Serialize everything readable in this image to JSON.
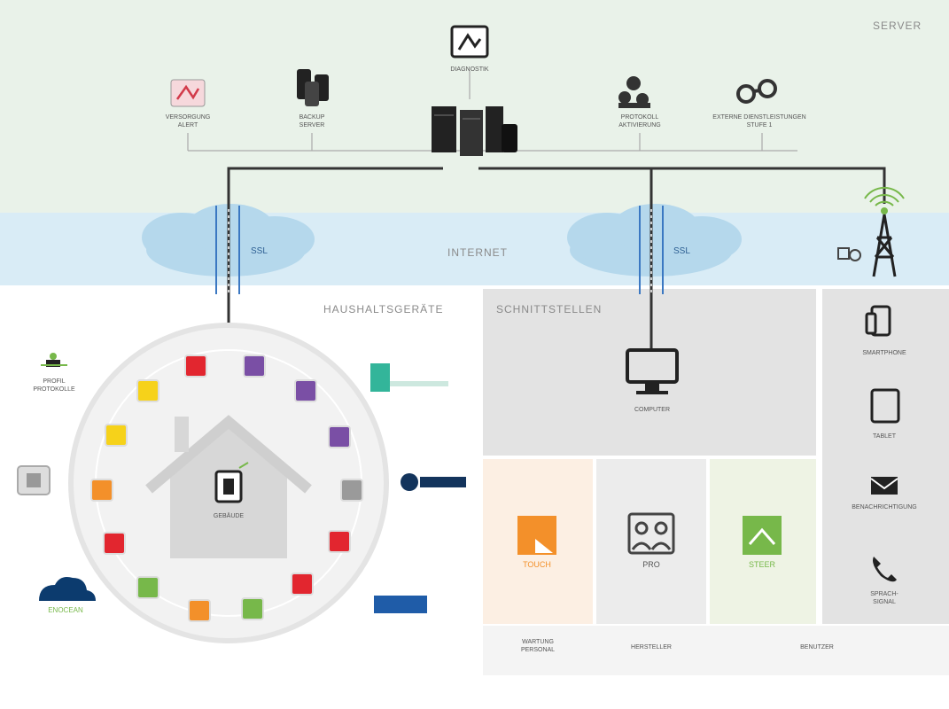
{
  "bands": {
    "server": "SERVER",
    "internet": "INTERNET",
    "haushaltsgeraete": "HAUSHALTSGERÄTE",
    "schnittstellen": "SCHNITTSTELLEN"
  },
  "server_items": {
    "diagnose": "DIAGNOSTIK",
    "versorgung": "VERSORGUNG\nALERT",
    "backup": "BACKUP\nSERVER",
    "protokoll": "PROTOKOLL\nAKTIVIERUNG",
    "externe": "EXTERNE DIENSTLEISTUNGEN\nSTUFE 1"
  },
  "ssl_left": "SSL",
  "ssl_right": "SSL",
  "devices_right": [
    {
      "label": "SMARTPHONE",
      "icon": "smartphone-icon"
    },
    {
      "label": "TABLET",
      "icon": "tablet-icon"
    },
    {
      "label": "BENACHRICHTIGUNG",
      "icon": "mail-icon"
    },
    {
      "label": "SPRACH-\nSIGNAL",
      "icon": "phone-icon"
    }
  ],
  "computer": "COMPUTER",
  "interfaces": [
    {
      "label": "TOUCH",
      "color": "#f3902a"
    },
    {
      "label": "PRO",
      "color": "#555555"
    },
    {
      "label": "STEER",
      "color": "#77b84a"
    }
  ],
  "footer": {
    "wartung": "WARTUNG\nPERSONAL",
    "hersteller": "HERSTELLER",
    "benutzer": "BENUTZER"
  },
  "house_label": "GEBÄUDE",
  "left_logos": {
    "top": "PROFIL\nPROTOKOLLE",
    "bottom": "ENOCEAN"
  },
  "colors": {
    "red": "#e2262f",
    "purple": "#7a4fa5",
    "yellow": "#f6d21a",
    "orange": "#f3902a",
    "green": "#77b84a",
    "gray": "#9a9a9a"
  }
}
